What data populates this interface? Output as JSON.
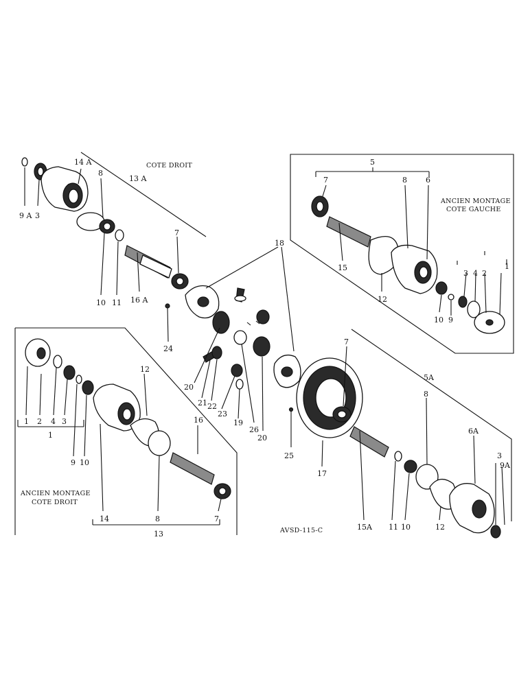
{
  "captions": {
    "cote_droit": "COTE DROIT",
    "ancien_gauche_1": "ANCIEN MONTAGE",
    "ancien_gauche_2": "COTE GAUCHE",
    "ancien_droit_1": "ANCIEN MONTAGE",
    "ancien_droit_2": "COTE DROIT",
    "figure_code": "AVSD-115-C"
  },
  "labels": {
    "tl_9a": "9 A",
    "tl_3": "3",
    "tl_14a": "14 A",
    "tl_8": "8",
    "tl_13a": "13 A",
    "tl_7": "7",
    "tl_10": "10",
    "tl_11": "11",
    "tl_16a": "16 A",
    "tl_24": "24",
    "tr_5": "5",
    "tr_7": "7",
    "tr_8": "8",
    "tr_6": "6",
    "tr_15": "15",
    "tr_12": "12",
    "tr_10": "10",
    "tr_9": "9",
    "tr_3": "3",
    "tr_4": "4",
    "tr_2": "2",
    "tr_1": "1",
    "c_18": "18",
    "c_20a": "20",
    "c_21": "21",
    "c_22": "22",
    "c_23": "23",
    "c_19": "19",
    "c_26": "26",
    "c_20b": "20",
    "c_25": "25",
    "c_17": "17",
    "bl_12": "12",
    "bl_16": "16",
    "bl_1a": "1",
    "bl_2": "2",
    "bl_4": "4",
    "bl_3": "3",
    "bl_1b": "1",
    "bl_9": "9",
    "bl_10": "10",
    "bl_14": "14",
    "bl_8": "8",
    "bl_7": "7",
    "bl_13": "13",
    "br_7": "7",
    "br_5a": "5A",
    "br_8": "8",
    "br_6a": "6A",
    "br_3": "3",
    "br_9a": "9A",
    "br_15a": "15A",
    "br_11": "11",
    "br_10": "10",
    "br_12": "12"
  }
}
